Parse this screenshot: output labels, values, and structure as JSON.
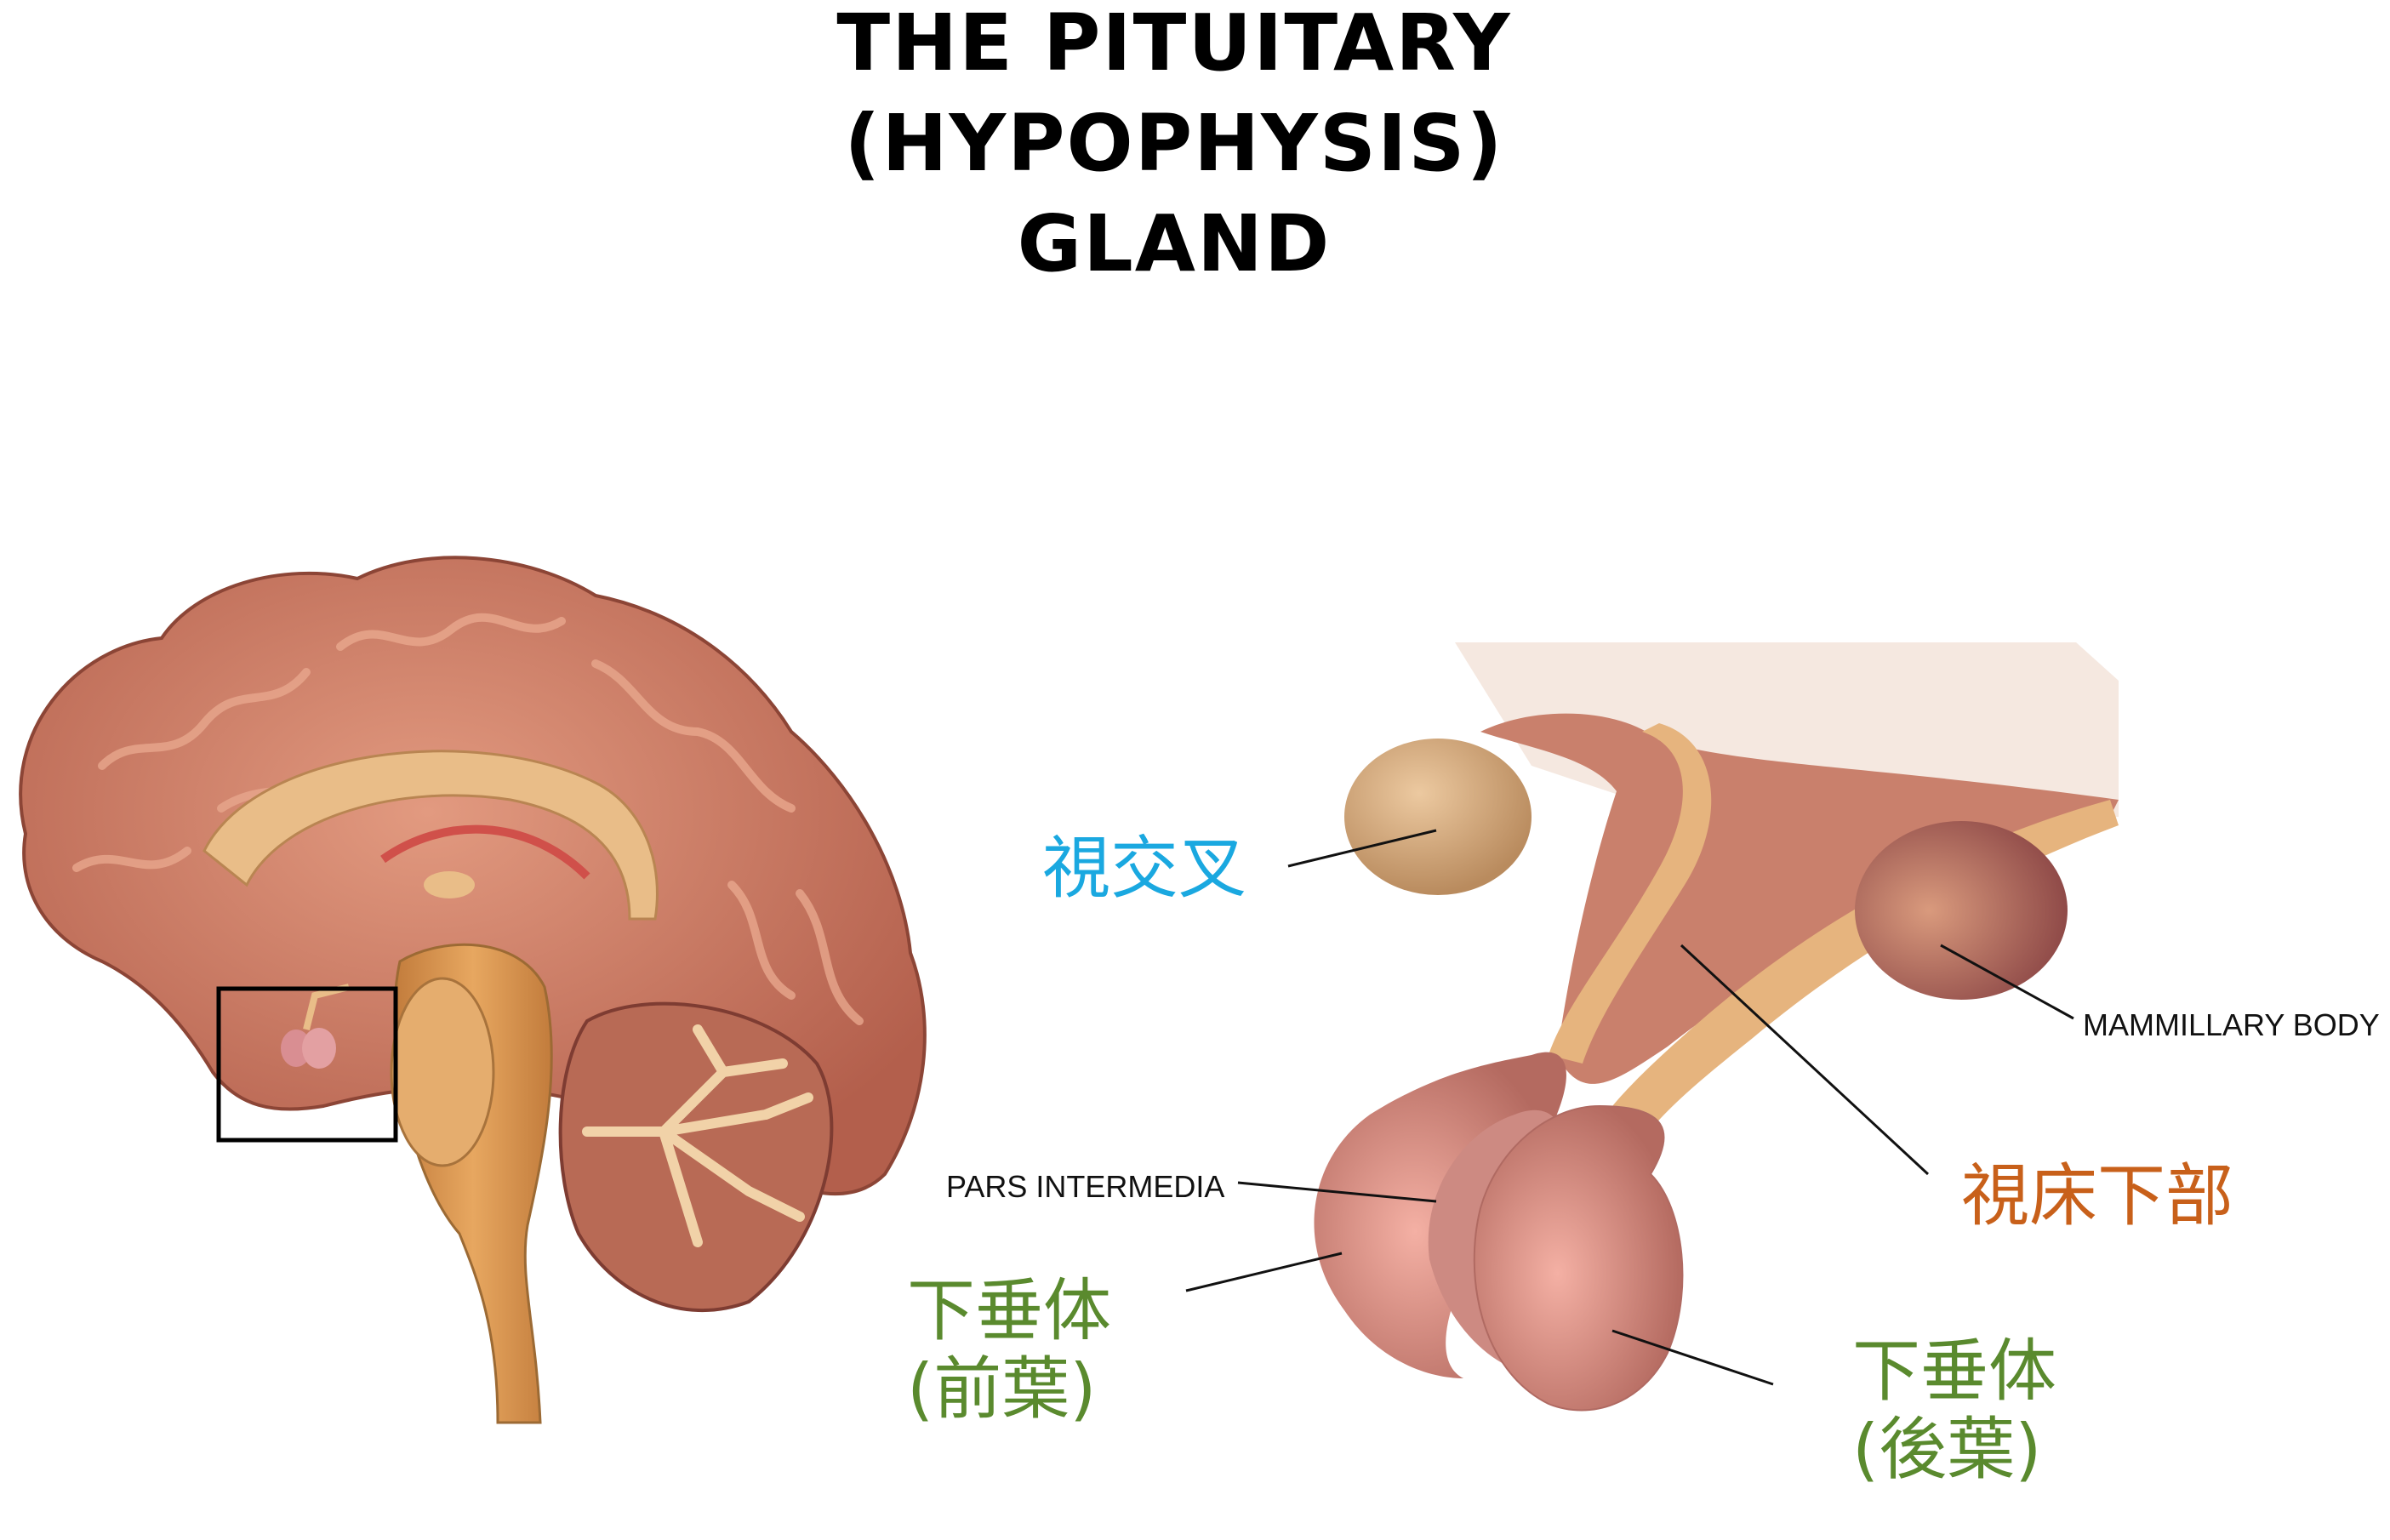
{
  "title": {
    "lines": [
      "THE PITUITARY",
      "(HYPOPHYSIS)",
      "GLAND"
    ]
  },
  "labels": {
    "optic_chiasm": "視交叉",
    "hypothalamus": "視床下部",
    "mammillary_body": "MAMMILLARY BODY",
    "pars_intermedia": "PARS INTERMEDIA",
    "anterior_pituitary": {
      "line1": "下垂体",
      "line2": "(前葉)"
    },
    "posterior_pituitary": {
      "line1": "下垂体",
      "line2": "(後葉)"
    }
  },
  "colors": {
    "optic_chiasm_label": "#1aa8e0",
    "hypothalamus_label": "#c8601a",
    "pituitary_label": "#5a8a2e",
    "brain": "#c8735f",
    "tan": "#e6b47e"
  }
}
